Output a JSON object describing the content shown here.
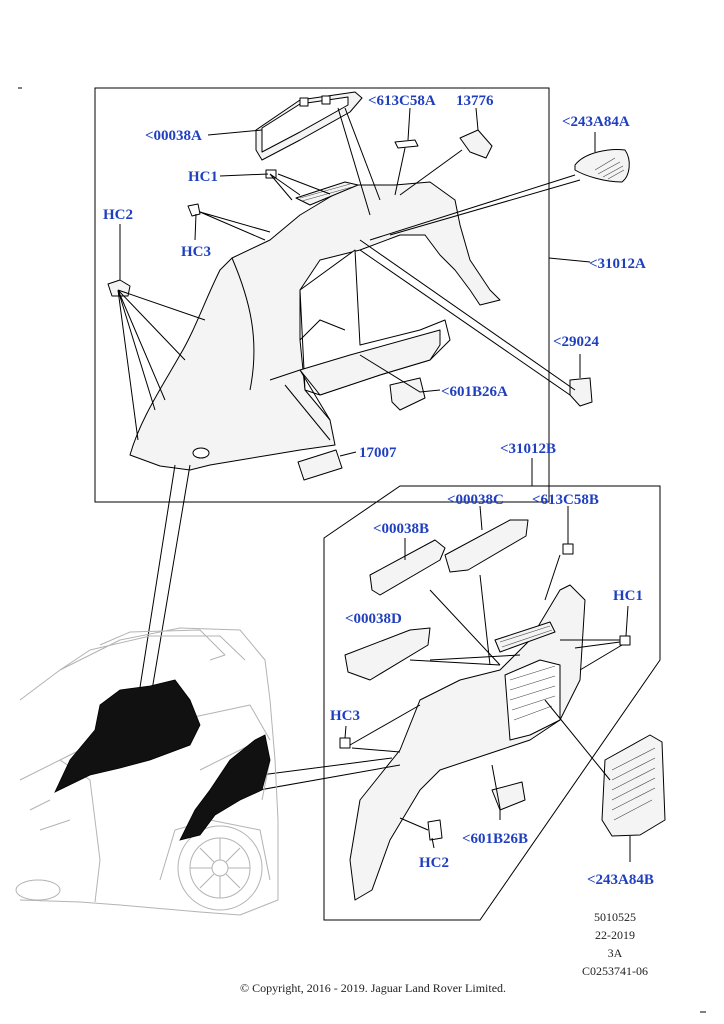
{
  "callouts": {
    "c00038a": "<00038A",
    "c613c58a": "<613C58A",
    "c13776": "13776",
    "c243a84a": "<243A84A",
    "hc1_top": "HC1",
    "hc2_top": "HC2",
    "hc3_top": "HC3",
    "c31012a": "<31012A",
    "c29024": "<29024",
    "c601b26a": "<601B26A",
    "c17007": "17007",
    "c31012b": "<31012B",
    "c00038c": "<00038C",
    "c613c58b": "<613C58B",
    "c00038b": "<00038B",
    "c00038d": "<00038D",
    "hc1_bottom": "HC1",
    "hc3_bottom": "HC3",
    "c601b26b": "<601B26B",
    "hc2_bottom": "HC2",
    "c243a84b": "<243A84B"
  },
  "meta": {
    "line1": "5010525",
    "line2": "22-2019",
    "line3": "3A",
    "line4": "C0253741-06"
  },
  "copyright": "© Copyright, 2016 - 2019. Jaguar Land Rover Limited.",
  "colors": {
    "callout": "#1f3fbf"
  }
}
